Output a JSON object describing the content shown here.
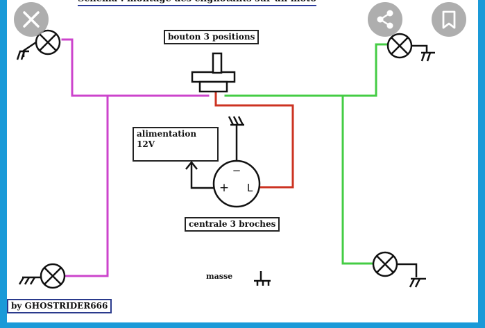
{
  "overlay": {
    "close_icon": "close-icon",
    "share_icon": "share-icon",
    "bookmark_icon": "bookmark-icon"
  },
  "diagram": {
    "title_cut": "Schéma : montage des clignotants sur un moto",
    "switch_label": "bouton 3 positions",
    "power_label": "alimentation 12V",
    "unit_label": "centrale 3 broches",
    "unit_top_symbol": "−",
    "unit_plus_symbol": "+",
    "unit_l_symbol": "L",
    "ground_label": "masse",
    "author": "by GHOSTRIDER666"
  },
  "colors": {
    "left_wire": "#cc44cc",
    "right_wire": "#44cc44",
    "red_wire": "#cc3322",
    "frame": "#1a9ad8"
  }
}
